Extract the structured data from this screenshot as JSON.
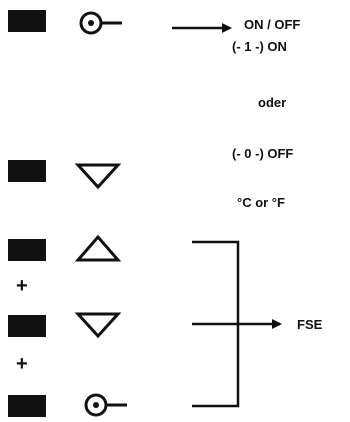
{
  "labels": {
    "on_off": "ON / OFF",
    "on_code": "(- 1 -)  ON",
    "oder": "oder",
    "off_code": "(- 0 -)  OFF",
    "unit": "°C or °F",
    "fse": "FSE"
  },
  "combo_plus": "+",
  "keys": [
    "power-key",
    "down-key",
    "up-key",
    "down-key",
    "power-key"
  ],
  "colors": {
    "ink": "#111111",
    "key": "#111111",
    "background": "#ffffff"
  }
}
